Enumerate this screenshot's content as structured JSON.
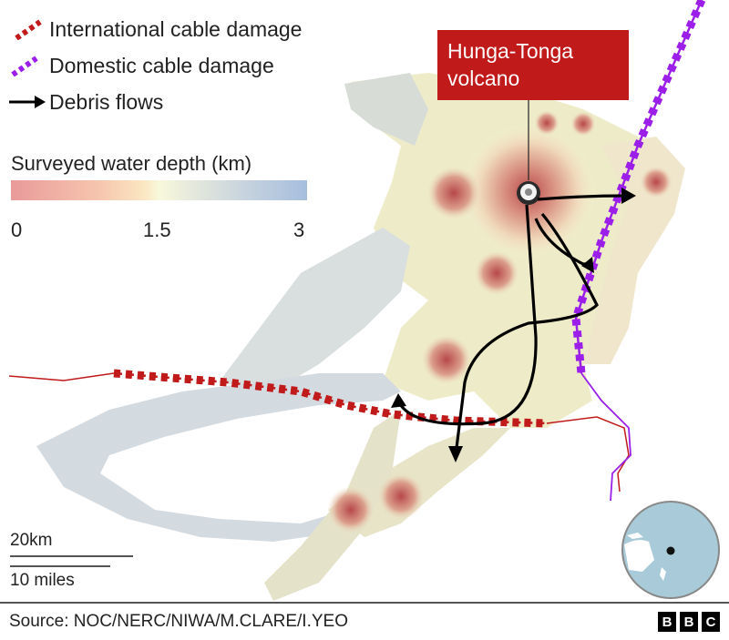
{
  "legend": {
    "items": [
      {
        "label": "International cable damage",
        "symbol": "red-dashed-line-icon",
        "color": "#c11a1b"
      },
      {
        "label": "Domestic cable damage",
        "symbol": "purple-dashed-line-icon",
        "color": "#9b1fe8"
      },
      {
        "label": "Debris flows",
        "symbol": "black-arrow-icon",
        "color": "#000000"
      }
    ]
  },
  "depth_scale": {
    "title": "Surveyed water depth (km)",
    "ticks": [
      "0",
      "1.5",
      "3"
    ],
    "colors": {
      "shallow": "#e99a9a",
      "mid": "#f8f8dc",
      "deep": "#a6bede"
    }
  },
  "callout": {
    "line1": "Hunga-Tonga",
    "line2": "volcano",
    "color": "#c11a1b"
  },
  "scale_bar": {
    "km_label": "20km",
    "miles_label": "10 miles"
  },
  "inset_globe": {
    "description": "locator-globe",
    "ocean_color": "#a9cbd9"
  },
  "footer": {
    "source": "Source: NOC/NERC/NIWA/M.CLARE/I.YEO",
    "logo_letters": [
      "B",
      "B",
      "C"
    ]
  }
}
